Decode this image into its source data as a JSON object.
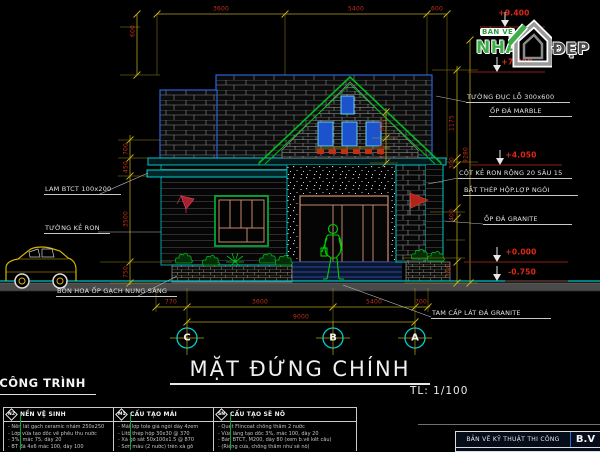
{
  "logo": {
    "ban_ve": "BẢN VẼ",
    "nha": "NHÀ",
    "dep": "ĐẸP"
  },
  "title": {
    "text": "MẶT ĐỨNG CHÍNH",
    "scale": "TL: 1/100"
  },
  "axes": [
    "C",
    "B",
    "A"
  ],
  "labels": {
    "lam": "LAM BTCT 100x200",
    "tuong_ke_ron": "TƯỜNG KẺ RON",
    "bon_hoa": "BỒN HOA ỐP GẠCH NUNG SÁNG",
    "tuong_duc_lo": "TƯỜNG ĐỤC LỖ 300x600",
    "op_da_marble": "ỐP ĐÁ MARBLE",
    "cot_ke_ron": "CỘT KẺ RON RỘNG 20 SÂU 15",
    "bat_thep": "BẮT THÉP HỘP.LỢP NGÓI",
    "op_da_granite": "ỐP ĐÁ GRANITE",
    "tam_cap": "TAM CẤP LÁT ĐÁ GRANITE"
  },
  "elevations": [
    "+9.400",
    "+7.800",
    "+4.050",
    "+0.000",
    "-0.750"
  ],
  "dims": {
    "top": [
      "600",
      "3600",
      "5400",
      "600"
    ],
    "left": [
      "700",
      "450",
      "3500",
      "750"
    ],
    "right": [
      "1175",
      "9280",
      "300",
      "400",
      "750"
    ],
    "gable": [
      "500",
      "1050"
    ],
    "bottom": [
      "770",
      "3600",
      "5400",
      "700"
    ],
    "total": "9000"
  },
  "notes": {
    "header": "Ú CÔNG TRÌNH",
    "columns": [
      {
        "code": "N2",
        "title": "NỀN VỆ SINH",
        "items": [
          "Nền lát gạch ceramic nhám 250x250",
          "Lớp vữa tạo dốc về phễu thu nước",
          "3%, mác 75, dày 20",
          "BT đá 4x6 mác 100, dày 100"
        ]
      },
      {
        "code": "M1",
        "title": "CẤU TẠO MÁI",
        "items": [
          "Mái lợp tole giả ngói dày 4zem",
          "Litô thép hộp 30x30 @ 370",
          "Xà gồ sắt 50x100x1.5 @ 870",
          "Sơn màu (2 nước) trên xà gồ"
        ]
      },
      {
        "code": "SN",
        "title": "CẤU TẠO SÊ NÔ",
        "items": [
          "Quét Flincoat chống thấm 2 nước",
          "Vữa láng tạo dốc 3%, mác 100, dày 20",
          "Bản BTCT, M200, dày 80 (xem b.vẽ kết cấu)",
          "(Riêng cửa, chống thấm như sê nô)"
        ]
      }
    ]
  },
  "title_block": {
    "name": "BẢN VẼ KỸ THUẬT THI CÔNG",
    "code": "B.V"
  },
  "colors": {
    "dim_line": "#b5a21a",
    "dim_text": "#c43018",
    "cyan": "#00c8c8",
    "roof_green": "#00bb22",
    "wall_border": "#2b62d9"
  }
}
